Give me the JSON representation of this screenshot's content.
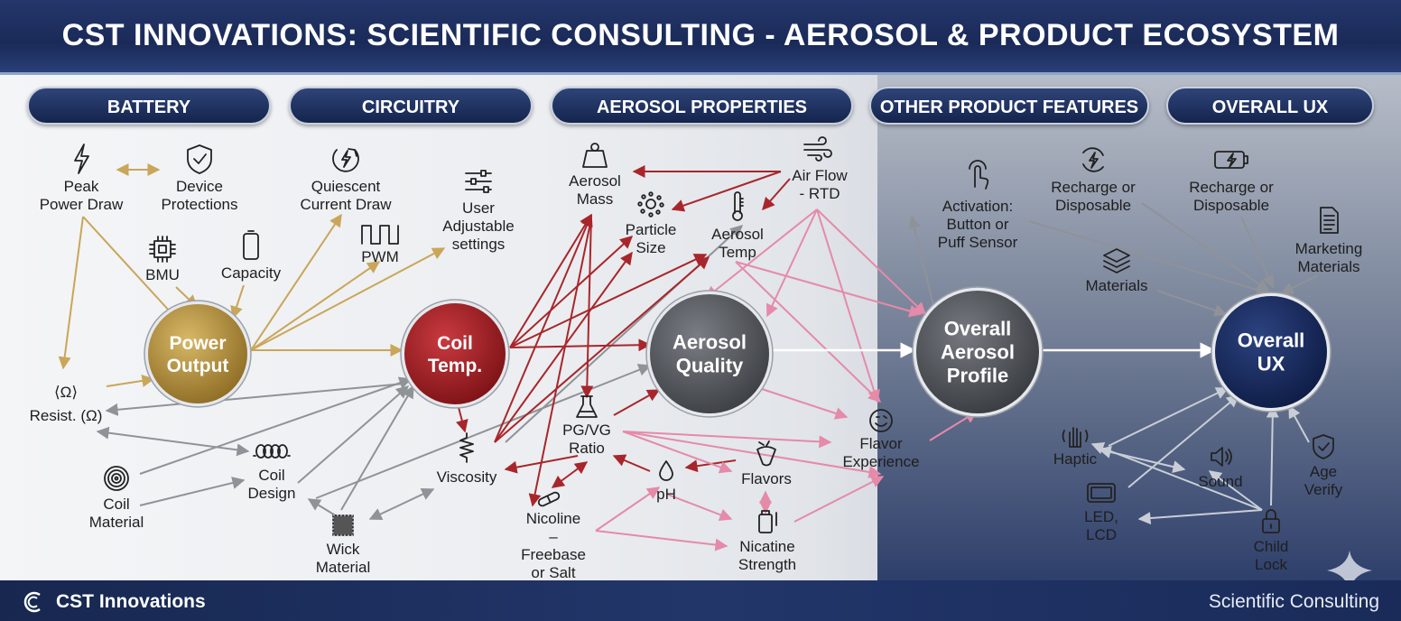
{
  "title": "CST INNOVATIONS: SCIENTIFIC CONSULTING - AEROSOL & PRODUCT ECOSYSTEM",
  "categories": [
    "BATTERY",
    "CIRCUITRY",
    "AEROSOL PROPERTIES",
    "OTHER PRODUCT FEATURES",
    "OVERALL UX"
  ],
  "hubs": {
    "power_output": [
      "Power",
      "Output"
    ],
    "coil_temp": [
      "Coil",
      "Temp."
    ],
    "aerosol_quality": [
      "Aerosol",
      "Quality"
    ],
    "overall_aerosol_profile": [
      "Overall",
      "Aerosol",
      "Profile"
    ],
    "overall_ux": [
      "Overall",
      "UX"
    ]
  },
  "hub_colors": {
    "power_output": "#b08d3a",
    "coil_temp": "#a51c22",
    "aerosol_quality": "#5a5d62",
    "overall_aerosol_profile": "#505359",
    "overall_ux": "#1c2d5e"
  },
  "arrow_colors": {
    "battery": "#c9a659",
    "circuit": "#8f9297",
    "coil": "#a8262b",
    "aerosol": "#e58aa9",
    "ux": "#8f9297",
    "ux_light": "#c9ced6",
    "white": "#ffffff"
  },
  "nodes": {
    "peak_power": [
      "Peak",
      "Power Draw"
    ],
    "device_protections": [
      "Device",
      "Protections"
    ],
    "bmu": [
      "BMU"
    ],
    "capacity": [
      "Capacity"
    ],
    "resist_symbol": "⟨Ω⟩",
    "resist": [
      "Resist. (Ω)"
    ],
    "coil_material": [
      "Coil",
      "Material"
    ],
    "coil_design": [
      "Coil",
      "Design"
    ],
    "wick_material": [
      "Wick",
      "Material"
    ],
    "quiescent": [
      "Quiescent",
      "Current Draw"
    ],
    "pwm": [
      "PWM"
    ],
    "user_adjustable": [
      "User",
      "Adjustable",
      "settings"
    ],
    "viscosity": [
      "Viscosity"
    ],
    "aerosol_mass": [
      "Aerosol",
      "Mass"
    ],
    "particle_size": [
      "Particle",
      "Size"
    ],
    "aerosol_temp": [
      "Aerosol",
      "Temp"
    ],
    "air_flow": [
      "Air Flow",
      "- RTD"
    ],
    "pg_vg": [
      "PG/VG",
      "Ratio"
    ],
    "nicoline": [
      "Nicoline",
      "–",
      "Freebase",
      "or Salt"
    ],
    "ph": [
      "pH"
    ],
    "flavors": [
      "Flavors"
    ],
    "nicatine": [
      "Nicatine",
      "Strength"
    ],
    "flavor_experience": [
      "Flavor",
      "Experience"
    ],
    "activation": [
      "Activation:",
      "Button or",
      "Puff Sensor"
    ],
    "recharge_1": [
      "Recharge or",
      "Disposable"
    ],
    "materials": [
      "Materials"
    ],
    "recharge_2": [
      "Recharge or",
      "Disposable"
    ],
    "marketing": [
      "Marketing",
      "Materials"
    ],
    "haptic": [
      "Haptic"
    ],
    "sound": [
      "Sound"
    ],
    "age_verify": [
      "Age",
      "Verify"
    ],
    "led_lcd": [
      "LED,",
      "LCD"
    ],
    "child_lock": [
      "Child",
      "Lock"
    ]
  },
  "icons": {
    "peak_power": "lightning-icon",
    "device_protections": "shield-check-icon",
    "bmu": "chip-icon",
    "capacity": "battery-icon",
    "coil_material": "coil-spiral-icon",
    "coil_design": "coil-loops-icon",
    "wick_material": "wick-icon",
    "quiescent": "power-cycle-icon",
    "pwm": "pwm-wave-icon",
    "user_adjustable": "sliders-icon",
    "viscosity": "spring-icon",
    "aerosol_mass": "weight-icon",
    "particle_size": "particles-icon",
    "aerosol_temp": "thermometer-icon",
    "air_flow": "wind-icon",
    "pg_vg": "flask-icon",
    "nicoline": "capsule-icon",
    "ph": "droplet-icon",
    "flavors": "fruit-icon",
    "nicatine": "bottle-icon",
    "flavor_experience": "face-icon",
    "activation": "touch-icon",
    "recharge_1": "recharge-icon",
    "materials": "layers-icon",
    "recharge_2": "battery-charge-icon",
    "marketing": "document-icon",
    "haptic": "hand-icon",
    "sound": "speaker-icon",
    "age_verify": "shield-check-icon",
    "led_lcd": "screen-icon",
    "child_lock": "lock-icon"
  },
  "footer": {
    "brand": "CST Innovations",
    "tagline": "Scientific Consulting"
  }
}
